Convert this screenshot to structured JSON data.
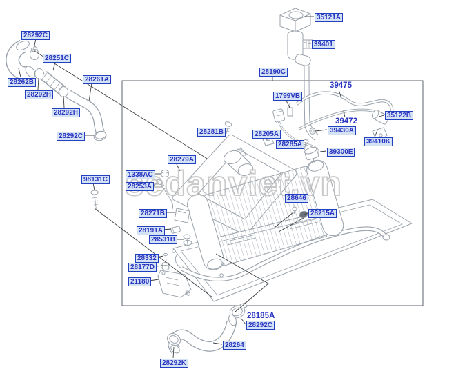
{
  "watermark": {
    "text": "sedanviet.vn"
  },
  "colors": {
    "label_text": "#2a35c0",
    "label_border": "#2340c0",
    "label_background": "#d4e2f6",
    "part_outline": "#9aa2ab",
    "leader_line": "#3c4043",
    "watermark_gray": "#b9b9b9"
  },
  "labels": [
    {
      "text": "28292C",
      "boxed": true
    },
    {
      "text": "28251C",
      "boxed": true
    },
    {
      "text": "28262B",
      "boxed": true
    },
    {
      "text": "28292H",
      "boxed": true
    },
    {
      "text": "28261A",
      "boxed": true
    },
    {
      "text": "28292H",
      "boxed": true
    },
    {
      "text": "28292C",
      "boxed": true
    },
    {
      "text": "35121A",
      "boxed": true
    },
    {
      "text": "39401",
      "boxed": true
    },
    {
      "text": "28190C",
      "boxed": true
    },
    {
      "text": "39475",
      "boxed": false
    },
    {
      "text": "1799VB",
      "boxed": true
    },
    {
      "text": "35122B",
      "boxed": true
    },
    {
      "text": "39472",
      "boxed": false
    },
    {
      "text": "39430A",
      "boxed": true
    },
    {
      "text": "39410K",
      "boxed": true
    },
    {
      "text": "28285A",
      "boxed": true
    },
    {
      "text": "39300E",
      "boxed": true
    },
    {
      "text": "28281B",
      "boxed": true
    },
    {
      "text": "28205A",
      "boxed": true
    },
    {
      "text": "28279A",
      "boxed": true
    },
    {
      "text": "1338AC",
      "boxed": true
    },
    {
      "text": "28253A",
      "boxed": true
    },
    {
      "text": "98131C",
      "boxed": true
    },
    {
      "text": "28271B",
      "boxed": true
    },
    {
      "text": "28191A",
      "boxed": true
    },
    {
      "text": "28531B",
      "boxed": true
    },
    {
      "text": "28332",
      "boxed": true
    },
    {
      "text": "28177D",
      "boxed": true
    },
    {
      "text": "21180",
      "boxed": true
    },
    {
      "text": "28646",
      "boxed": true
    },
    {
      "text": "28215A",
      "boxed": true
    },
    {
      "text": "28185A",
      "boxed": false
    },
    {
      "text": "28292C",
      "boxed": true
    },
    {
      "text": "28264",
      "boxed": true
    },
    {
      "text": "28292K",
      "boxed": true
    }
  ]
}
